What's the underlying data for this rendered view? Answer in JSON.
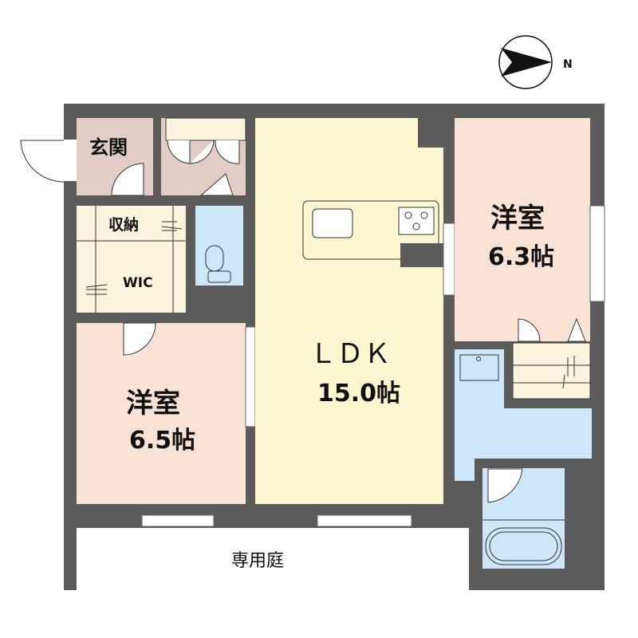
{
  "compass": {
    "north_label": "N"
  },
  "rooms": {
    "entrance": {
      "name": "玄関"
    },
    "storage": {
      "name": "収納"
    },
    "wic": {
      "name": "WIC"
    },
    "western_room_1": {
      "name": "洋室",
      "size": "6.3帖"
    },
    "ldk": {
      "name": "ＬＤＫ",
      "size": "15.0帖"
    },
    "western_room_2": {
      "name": "洋室",
      "size": "6.5帖"
    },
    "garden": {
      "name": "専用庭"
    }
  },
  "colors": {
    "wall": "#5b5b5b",
    "ldk": "#f9f8d0",
    "western": "#f8e2d4",
    "entrance": "#e1ccc6",
    "storage": "#f9f4dc",
    "wet_area": "#cde6f8"
  }
}
